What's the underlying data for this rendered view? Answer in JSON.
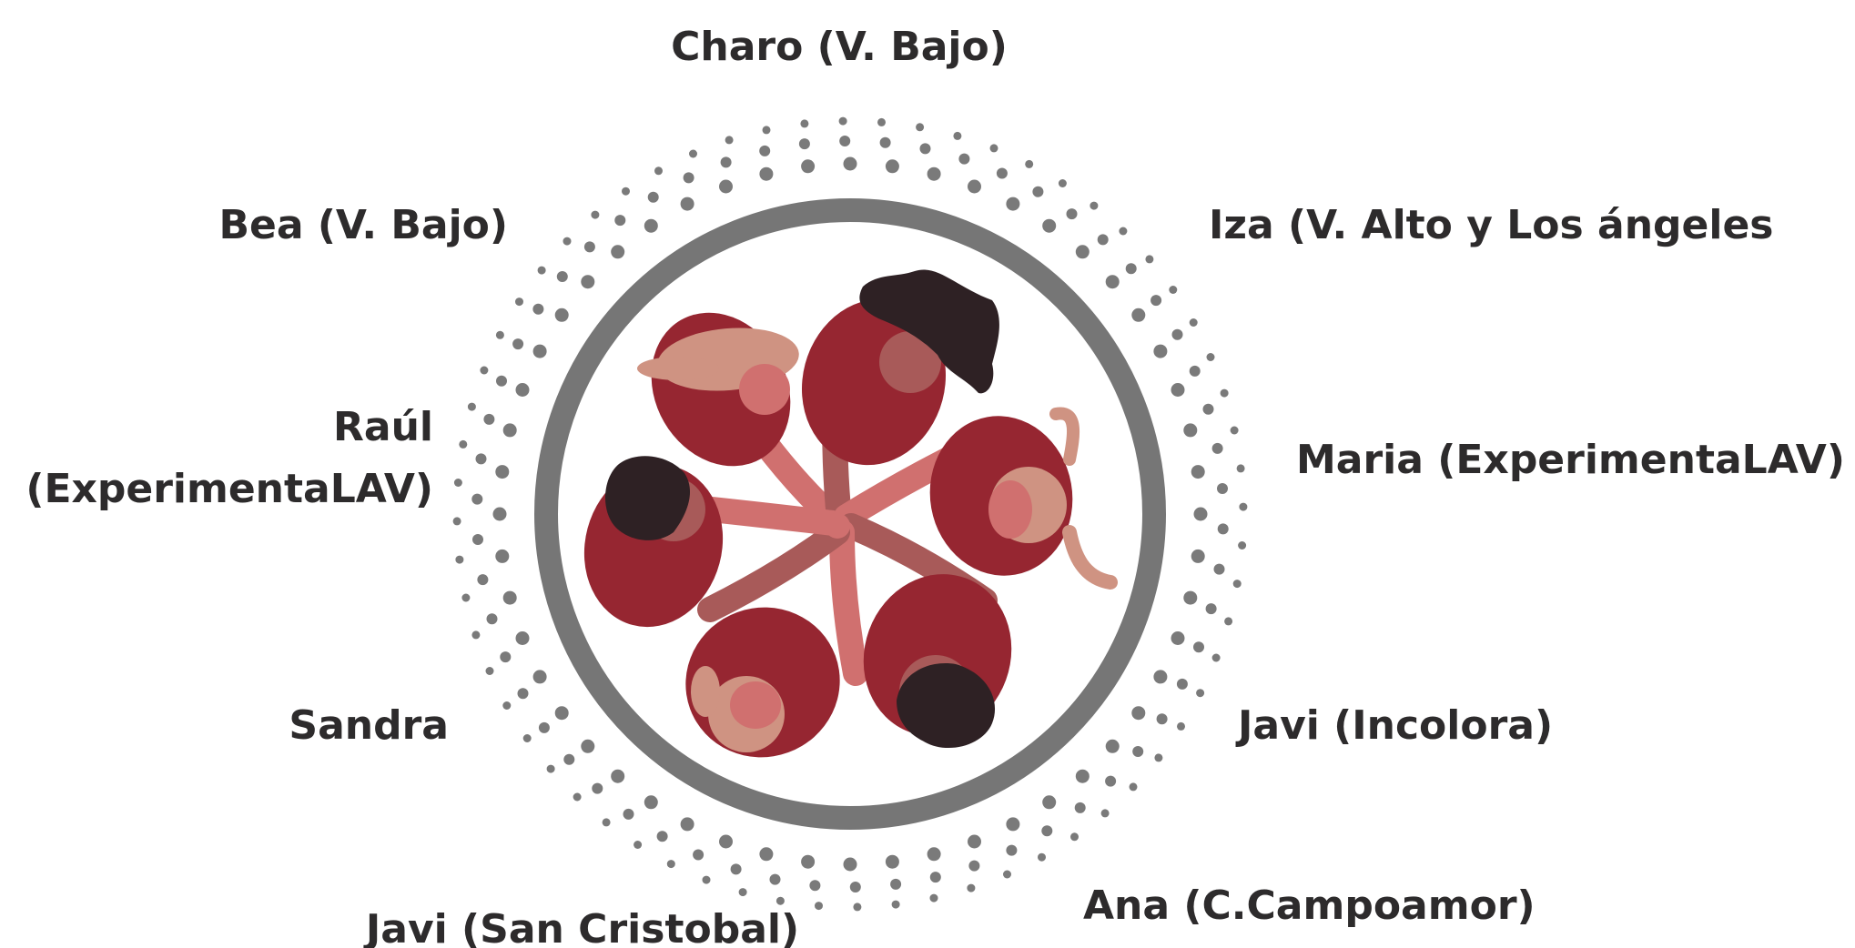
{
  "participants": [
    {
      "id": "charo",
      "name": "Charo (V. Bajo)"
    },
    {
      "id": "iza",
      "name": "Iza (V. Alto y Los ángeles"
    },
    {
      "id": "maria",
      "name": "Maria (ExperimentaLAV)"
    },
    {
      "id": "javi-incolora",
      "name": "Javi (Incolora)"
    },
    {
      "id": "ana",
      "name": "Ana (C.Campoamor)"
    },
    {
      "id": "javi-sancristobal",
      "name": "Javi (San Cristobal)"
    },
    {
      "id": "sandra",
      "name": "Sandra"
    },
    {
      "id": "raul",
      "name_line1": "Raúl",
      "name_line2": "(ExperimentaLAV)"
    },
    {
      "id": "bea",
      "name": "Bea (V. Bajo)"
    }
  ],
  "colors": {
    "text": "#2d2b2c",
    "ring": "#767676",
    "dots": "#7a7a7a",
    "shirt": "#962631",
    "skin_light": "#cf9382",
    "skin_mid": "#d0706f",
    "skin_dark": "#a85a59",
    "hair_dark": "#2e2124"
  },
  "icons": {
    "center": "team-hands-circle-illustration"
  }
}
